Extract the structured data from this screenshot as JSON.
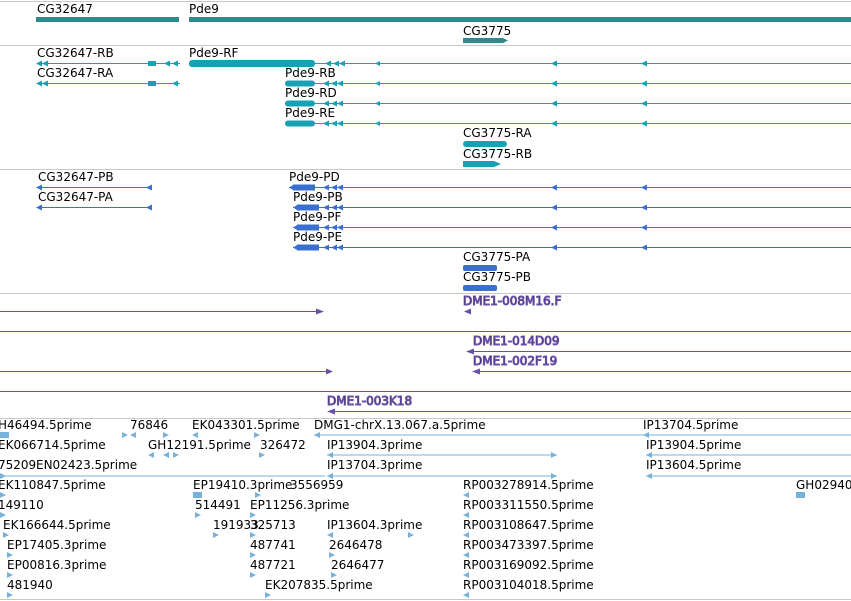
{
  "colors": {
    "gene": "#2e8b8b",
    "transcript": "#18a0b4",
    "protein": "#3a6fd0",
    "clone": "#6a50a8",
    "est": "#78b2da",
    "separator": "#c8c8c8"
  },
  "tracks": {
    "genes": [
      {
        "label": "CG32647",
        "icon": "gene-bar"
      },
      {
        "label": "Pde9",
        "icon": "gene-bar"
      },
      {
        "label": "CG3775",
        "icon": "gene-bar-arrow"
      }
    ],
    "transcripts": [
      {
        "label": "CG32647-RB"
      },
      {
        "label": "CG32647-RA"
      },
      {
        "label": "Pde9-RF"
      },
      {
        "label": "Pde9-RB"
      },
      {
        "label": "Pde9-RD"
      },
      {
        "label": "Pde9-RE"
      },
      {
        "label": "CG3775-RA"
      },
      {
        "label": "CG3775-RB"
      }
    ],
    "proteins": [
      {
        "label": "CG32647-PB"
      },
      {
        "label": "CG32647-PA"
      },
      {
        "label": "Pde9-PD"
      },
      {
        "label": "Pde9-PB"
      },
      {
        "label": "Pde9-PF"
      },
      {
        "label": "Pde9-PE"
      },
      {
        "label": "CG3775-PA"
      },
      {
        "label": "CG3775-PB"
      }
    ],
    "clones": [
      {
        "label": "DME1-008M16.F"
      },
      {
        "label": "DME1-014D09"
      },
      {
        "label": "DME1-002F19"
      },
      {
        "label": "DME1-003K18"
      }
    ],
    "ests": [
      {
        "label": "H46494.5prime"
      },
      {
        "label": "76846"
      },
      {
        "label": "EK043301.5prime"
      },
      {
        "label": "DMG1-chrX.13.067.a.5prime"
      },
      {
        "label": "IP13704.5prime"
      },
      {
        "label": "EK066714.5prime"
      },
      {
        "label": "GH12191.5prime"
      },
      {
        "label": "326472"
      },
      {
        "label": "IP13904.3prime"
      },
      {
        "label": "IP13904.5prime"
      },
      {
        "label": "75209"
      },
      {
        "label": "EN02423.5prime"
      },
      {
        "label": "IP13704.3prime"
      },
      {
        "label": "IP13604.5prime"
      },
      {
        "label": "EK110847.5prime"
      },
      {
        "label": "EP19410.3prime"
      },
      {
        "label": "3556959"
      },
      {
        "label": "RP003278914.5prime"
      },
      {
        "label": "GH02940"
      },
      {
        "label": "149110"
      },
      {
        "label": "514491"
      },
      {
        "label": "EP11256.3prime"
      },
      {
        "label": "RP003311550.5prime"
      },
      {
        "label": "EK166644.5prime"
      },
      {
        "label": "191933"
      },
      {
        "label": "325713"
      },
      {
        "label": "IP13604.3prime"
      },
      {
        "label": "RP003108647.5prime"
      },
      {
        "label": "EP17405.3prime"
      },
      {
        "label": "487741"
      },
      {
        "label": "2646478"
      },
      {
        "label": "RP003473397.5prime"
      },
      {
        "label": "EP00816.3prime"
      },
      {
        "label": "487721"
      },
      {
        "label": "2646477"
      },
      {
        "label": "RP003169092.5prime"
      },
      {
        "label": "481940"
      },
      {
        "label": "EK207835.5prime"
      },
      {
        "label": "RP003104018.5prime"
      }
    ]
  }
}
